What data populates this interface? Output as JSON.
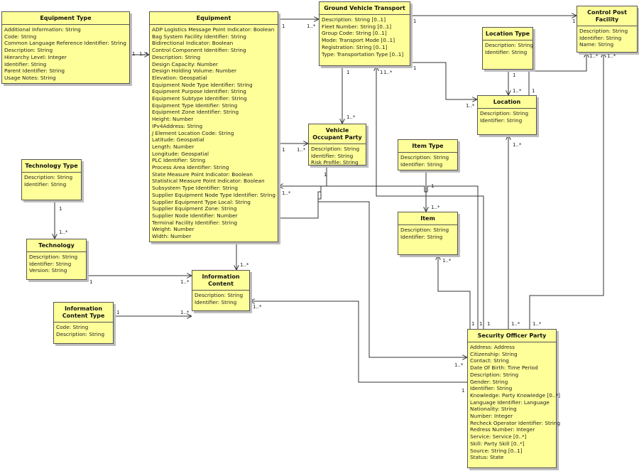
{
  "classes": {
    "equipment_type": {
      "title": "Equipment Type",
      "attributes": [
        "Additional Information: String",
        "Code: String",
        "Common Language Reference Identifier: String",
        "Description: String",
        "Hierarchy Level: Integer",
        "Identifier: String",
        "Parent Identifier: String",
        "Usage Notes: String"
      ]
    },
    "equipment": {
      "title": "Equipment",
      "attributes": [
        "ADP Logistics Message Point Indicator: Boolean",
        "Bag System Facility Identifier: String",
        "Bidirectional Indicator: Boolean",
        "Control Component Identifier: String",
        "Description: String",
        "Design Capacity: Number",
        "Design Holding Volume: Number",
        "Elevation: Geospatial",
        "Equipment Node Type Identifier: String",
        "Equipment Purpose Identifier: String",
        "Equipment Subtype Identifier: String",
        "Equipment Type Identifier: String",
        "Equipment Zone Identifier: String",
        "Height: Number",
        "IPv4Address: String",
        "J Element Location Code: String",
        "Latitude: Geospatial",
        "Length: Number",
        "Longitude: Geospatial",
        "PLC Identifier: String",
        "Process Area Identifier: String",
        "State Measure Point Indicator: Boolean",
        "Statistical Measure Point Indicator: Boolean",
        "Subsystem Type Identifier: String",
        "Supplier Equipment Node Type Identifier: String",
        "Supplier Equipment Type Local: String",
        "Supplier Equipment Zone: String",
        "Supplier Node Identifier: Number",
        "Terminal Facility Identifier: String",
        "Weight: Number",
        "Width: Number"
      ]
    },
    "ground_vehicle_transport": {
      "title": "Ground Vehicle Transport",
      "attributes": [
        "Description: String [0..1]",
        "Fleet Number: String [0..1]",
        "Group Code: String [0..1]",
        "Mode: Transport Mode [0..1]",
        "Registration: String [0..1]",
        "Type: Transportation Type [0..1]"
      ]
    },
    "control_post_facility": {
      "title": "Control Post Facility",
      "attributes": [
        "Description: String",
        "Identifier: String",
        "Name: String"
      ]
    },
    "location_type": {
      "title": "Location Type",
      "attributes": [
        "Description: String",
        "Identifier: String"
      ]
    },
    "location": {
      "title": "Location",
      "attributes": [
        "Description: String",
        "Identifier: String"
      ]
    },
    "vehicle_occupant_party": {
      "title": "Vehicle Occupant Party",
      "attributes": [
        "Description: String",
        "Identifier: String",
        "Risk Profile: String"
      ]
    },
    "item_type": {
      "title": "Item Type",
      "attributes": [
        "Description: String",
        "Identifier: String"
      ]
    },
    "item": {
      "title": "Item",
      "attributes": [
        "Description: String",
        "Identifier: String"
      ]
    },
    "technology_type": {
      "title": "Technology Type",
      "attributes": [
        "Description: String",
        "Identifier: String"
      ]
    },
    "technology": {
      "title": "Technology",
      "attributes": [
        "Description: String",
        "Identifier: String",
        "Version: String"
      ]
    },
    "information_content": {
      "title": "Information Content",
      "attributes": [
        "Description: String",
        "Identifier: String"
      ]
    },
    "information_content_type": {
      "title": "Information Content Type",
      "attributes": [
        "Code: String",
        "Description: String"
      ]
    },
    "security_officer_party": {
      "title": "Security Officer Party",
      "attributes": [
        "Address: Address",
        "Citizenship: String",
        "Contact: String",
        "Date Of Birth: Time Period",
        "Description: String",
        "Gender: String",
        "Identifier: String",
        "Knowledge: Party Knowledge [0..*]",
        "Language Identifier: Language",
        "Nationality: String",
        "Number: Integer",
        "Recheck Operator Identifier: String",
        "Redress Number: Integer",
        "Service: Service [0..*]",
        "Skill: Party Skill [0..*]",
        "Source: String [0..1]",
        "Status: State"
      ]
    }
  },
  "multiplicities": {
    "one": "1",
    "many": "1..*"
  }
}
